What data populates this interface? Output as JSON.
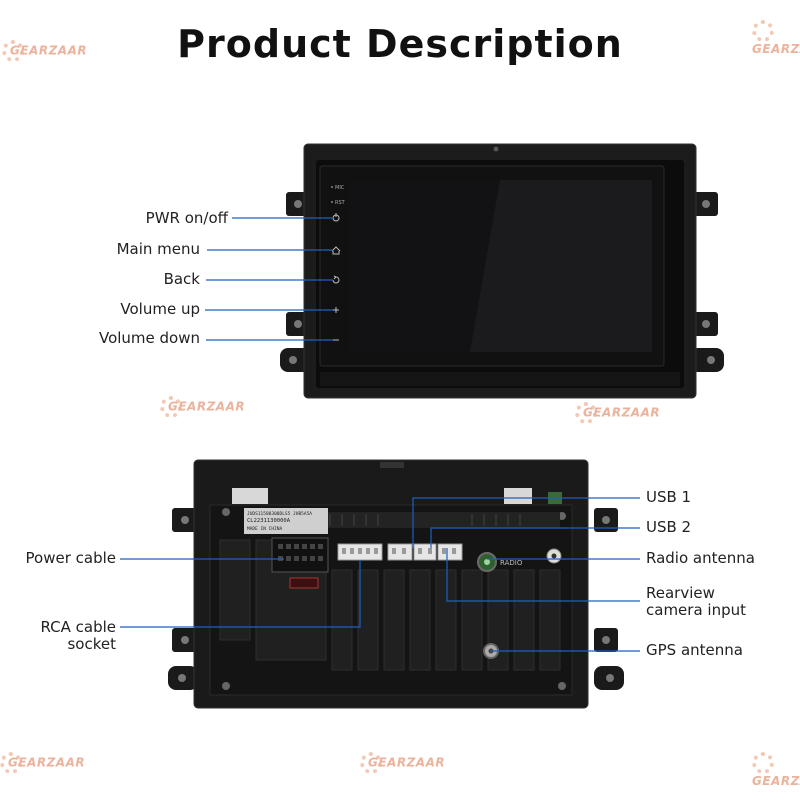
{
  "title": "Product Description",
  "watermark": "GEARZAAR",
  "front": {
    "side_labels": [
      "MIC",
      "RST"
    ],
    "callouts": [
      "PWR on/off",
      "Main menu",
      "Back",
      "Volume up",
      "Volume down"
    ]
  },
  "back": {
    "left_callouts": [
      "Power cable",
      "RCA cable",
      "socket"
    ],
    "right_callouts": [
      "USB 1",
      "USB 2",
      "Radio antenna",
      "Rearview",
      "camera input",
      "GPS antenna"
    ],
    "radio_label": "RADIO",
    "sticker_lines": [
      "JUDS11580300DLS5 JHB5A5A",
      "CL2231130000A",
      "MADE IN CHINA"
    ]
  },
  "colors": {
    "callout_line": "#1f5fbf",
    "device": "#141414",
    "screen": "#0e0e10"
  }
}
